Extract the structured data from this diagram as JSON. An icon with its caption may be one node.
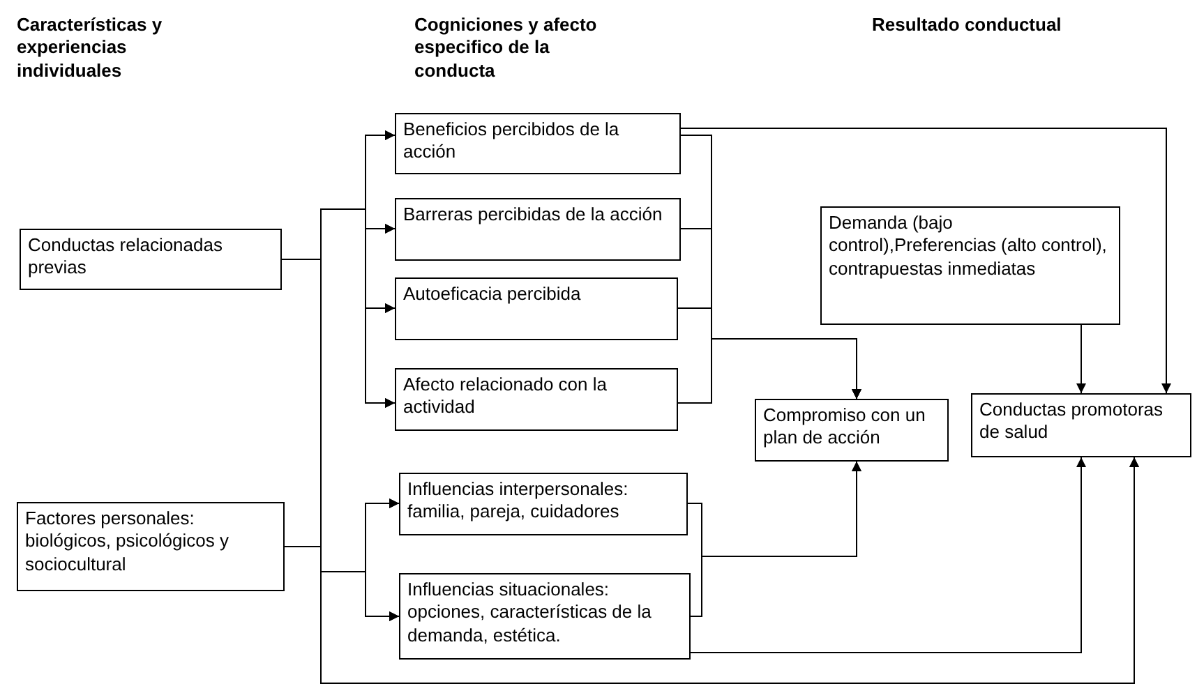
{
  "diagram": {
    "nodes": [
      {
        "text": [
          "Conductas relacionadas previas"
        ]
      },
      {
        "text": [
          "Factores personales: biológicos, psicológicos y sociocultural"
        ]
      },
      {
        "text": [
          "Beneficios percibidos de la acción"
        ]
      },
      {
        "text": [
          "Barreras percibidas de la acción"
        ]
      },
      {
        "text": [
          "Autoeficacia percibida"
        ]
      },
      {
        "text": [
          "Afecto relacionado con la actividad"
        ]
      },
      {
        "text": [
          "Influencias interpersonales: familia, pareja, cuidadores"
        ]
      },
      {
        "text": [
          "Influencias situacionales: opciones, características de la demanda, estética."
        ]
      },
      {
        "text": [
          "Demanda (bajo control),Preferencias (alto control), contrapuestas inmediatas"
        ]
      },
      {
        "text": [
          "Compromiso con un plan de acción"
        ]
      },
      {
        "text": [
          "Conductas promotoras de salud"
        ]
      }
    ],
    "edges": [
      {
        "from": 0,
        "to": 2,
        "arrow": "to"
      },
      {
        "from": 0,
        "to": 3,
        "arrow": "to"
      },
      {
        "from": 0,
        "to": 4,
        "arrow": "to"
      },
      {
        "from": 0,
        "to": 5,
        "arrow": "to"
      },
      {
        "from": 0,
        "to": 6,
        "arrow": "to"
      },
      {
        "from": 0,
        "to": 7,
        "arrow": "to"
      },
      {
        "from": 0,
        "to": 10,
        "arrow": "to"
      },
      {
        "from": 1,
        "to": 2,
        "arrow": "to"
      },
      {
        "from": 1,
        "to": 3,
        "arrow": "to"
      },
      {
        "from": 1,
        "to": 4,
        "arrow": "to"
      },
      {
        "from": 1,
        "to": 5,
        "arrow": "to"
      },
      {
        "from": 1,
        "to": 6,
        "arrow": "to"
      },
      {
        "from": 1,
        "to": 7,
        "arrow": "to"
      },
      {
        "from": 1,
        "to": 10,
        "arrow": "to"
      },
      {
        "from": 2,
        "to": 10,
        "arrow": "to"
      },
      {
        "from": 2,
        "to": 9,
        "arrow": "to"
      },
      {
        "from": 3,
        "to": 9,
        "arrow": "to"
      },
      {
        "from": 4,
        "to": 9,
        "arrow": "to"
      },
      {
        "from": 5,
        "to": 9,
        "arrow": "to"
      },
      {
        "from": 8,
        "to": 10,
        "arrow": "to"
      },
      {
        "from": 6,
        "to": 9,
        "arrow": "to"
      },
      {
        "from": 7,
        "to": 9,
        "arrow": "to"
      },
      {
        "from": 7,
        "to": 10,
        "arrow": "to"
      }
    ],
    "labels": [
      "Características y experiencias individuales",
      "Cogniciones y afecto especifico de la conducta",
      "Resultado conductual"
    ]
  }
}
